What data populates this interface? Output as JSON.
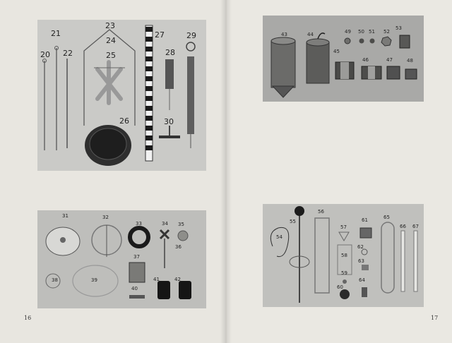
{
  "pages": {
    "left_number": "16",
    "right_number": "17"
  },
  "photo_top_left": {
    "labels": [
      "20",
      "21",
      "22",
      "23",
      "24",
      "25",
      "26",
      "27",
      "28",
      "29",
      "30"
    ]
  },
  "photo_top_right": {
    "labels": [
      "43",
      "44",
      "49",
      "50",
      "51",
      "52",
      "53",
      "45",
      "46",
      "47",
      "48"
    ]
  },
  "photo_bottom_left": {
    "labels": [
      "31",
      "32",
      "33",
      "34",
      "35",
      "36",
      "37",
      "38",
      "39",
      "40",
      "41",
      "42"
    ]
  },
  "photo_bottom_right": {
    "labels": [
      "55",
      "56",
      "54",
      "57",
      "58",
      "59",
      "60",
      "61",
      "62",
      "63",
      "64",
      "65",
      "66",
      "67"
    ]
  }
}
